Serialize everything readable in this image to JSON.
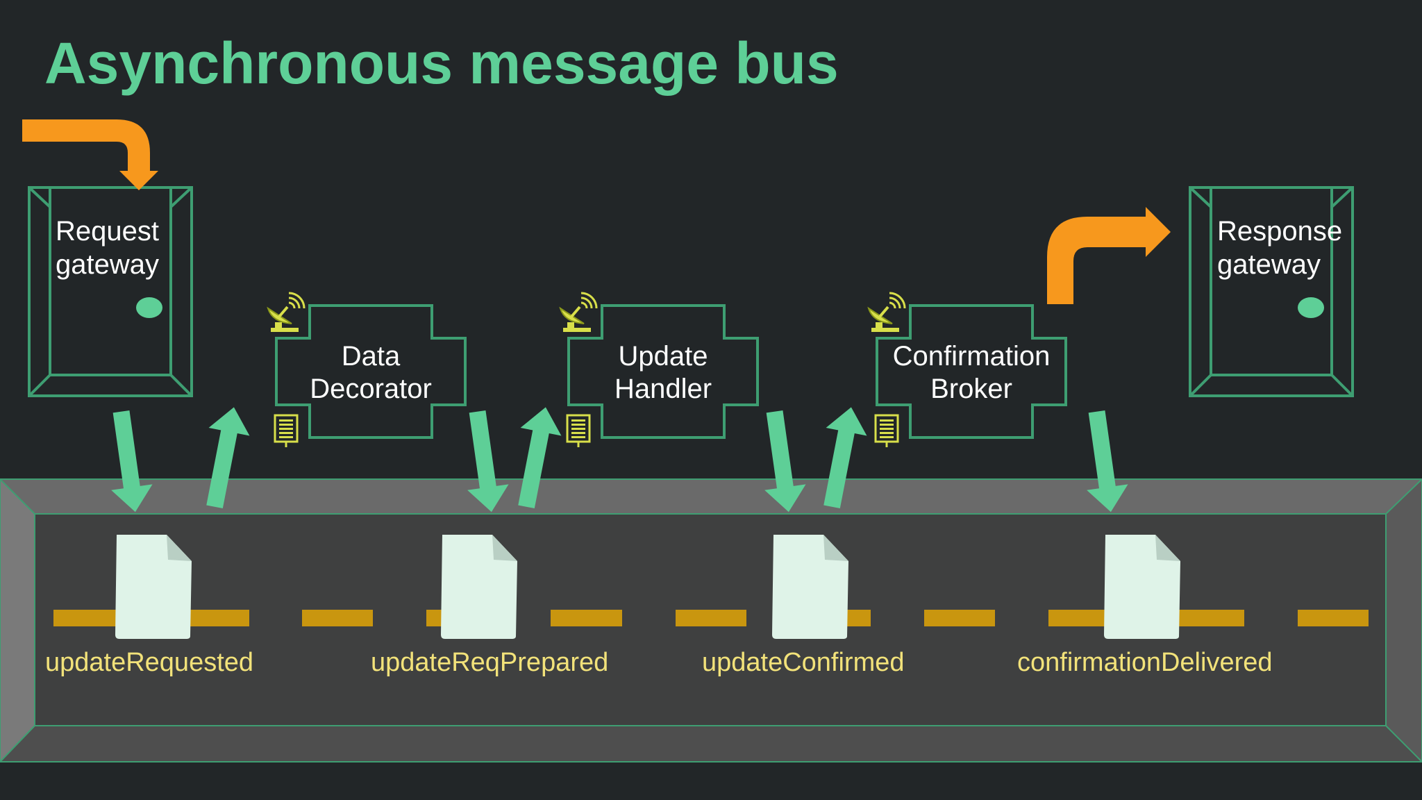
{
  "slide": {
    "title": "Asynchronous message bus"
  },
  "gateways": {
    "request": {
      "line1": "Request",
      "line2": "gateway"
    },
    "response": {
      "line1": "Response",
      "line2": "gateway"
    }
  },
  "services": [
    {
      "line1": "Data",
      "line2": "Decorator"
    },
    {
      "line1": "Update",
      "line2": "Handler"
    },
    {
      "line1": "Confirmation",
      "line2": "Broker"
    }
  ],
  "events": [
    {
      "label": "updateRequested"
    },
    {
      "label": "updateReqPrepared"
    },
    {
      "label": "updateConfirmed"
    },
    {
      "label": "confirmationDelivered"
    }
  ],
  "colors": {
    "background": "#222628",
    "accent_green": "#5ecf97",
    "border_green": "#3e9e72",
    "flow_orange": "#f7981d",
    "bus_dash": "#c9960f",
    "event_text": "#f2e27a",
    "document": "#dff3e8",
    "icon_yellow": "#d8df4a"
  },
  "icons": {
    "flow": "orange-bent-arrow",
    "subscribe": "satellite-dish-icon",
    "publish": "document-list-icon",
    "message": "document-icon",
    "door_knob": "door-knob"
  }
}
